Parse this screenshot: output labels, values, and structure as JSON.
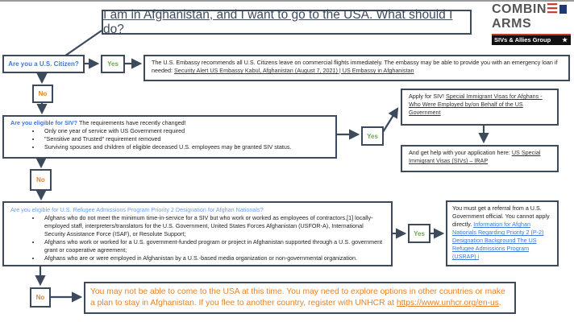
{
  "title": "I am in Afghanistan, and I want to go to the USA. What should I do?",
  "logo": {
    "line1": "COMBINED",
    "line2": "ARMS",
    "tagline": "SIVs & Allies Group"
  },
  "citizen": {
    "question": "Are you a U.S. Citizen?",
    "yes": "Yes",
    "no": "No",
    "answer": "The U.S. Embassy recommends all U.S. Citizens leave on commercial flights immediately. The embassy may be able to provide you with an emergency loan if needed: ",
    "link": "Security Alert US Embassy Kabul, Afghanistan (August 7, 2021) | US Embassy in Afghanistan"
  },
  "siv": {
    "question": "Are you eligible for SIV?",
    "intro": " The requirements have recently changed!",
    "bullets": [
      "Only one year of service with US Government required",
      "\"Sensitive and Trusted\" requirement removed",
      "Surviving spouses and children of eligible deceased U.S. employees may be granted SIV status."
    ],
    "yes": "Yes",
    "no": "No",
    "apply_text": "Apply for SIV! ",
    "apply_link": "Special Immigrant Visas for Afghans - Who Were Employed by/on Behalf of the US Government",
    "help_text": "And get help with your application here: ",
    "help_link": "US Special Immigrant Visas (SIVs) – IRAP"
  },
  "refugee": {
    "question": "Are you eligible for U.S. Refugee Admissions Program Priority 2 Designation for Afghan Nationals?",
    "bullets": [
      "Afghans who do not meet the minimum time-in-service for a SIV but who work or worked as employees of contractors,[1] locally-employed staff, interpreters/translators for the U.S. Government, United States Forces Afghanistan (USFOR-A), International Security Assistance Force (ISAF), or Resolute Support;",
      "Afghans who work or worked for a U.S. government-funded program or project in Afghanistan supported through a U.S. government grant or cooperative agreement;",
      "Afghans who are or were employed in Afghanistan by a U.S.-based media organization or non-governmental organization."
    ],
    "yes": "Yes",
    "no": "No",
    "referral_text": "You must get a referral from  a U.S. Government official. You cannot apply directly. ",
    "referral_link": "Information for Afghan Nationals Regarding Priority 2 (P-2) Designation Background The US Refugee Admissions Program (USRAP) i"
  },
  "final": {
    "text": "You may not be able to come to the USA at this time. You may need to explore options in other countries or make a plan to stay in Afghanistan. If you flee to another country, register with UNHCR at ",
    "link": "https://www.unhcr.org/en-us",
    "end": "."
  },
  "colors": {
    "border": "#3d4a5c",
    "question": "#3c78d8",
    "yes": "#6aa84f",
    "no": "#e6832a"
  }
}
